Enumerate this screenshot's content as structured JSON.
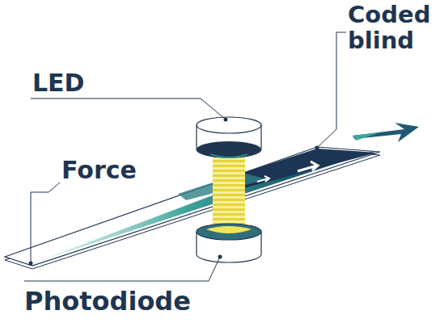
{
  "diagram": {
    "labels": [
      "Coded blind",
      "LED",
      "Force",
      "Photodiode"
    ]
  }
}
